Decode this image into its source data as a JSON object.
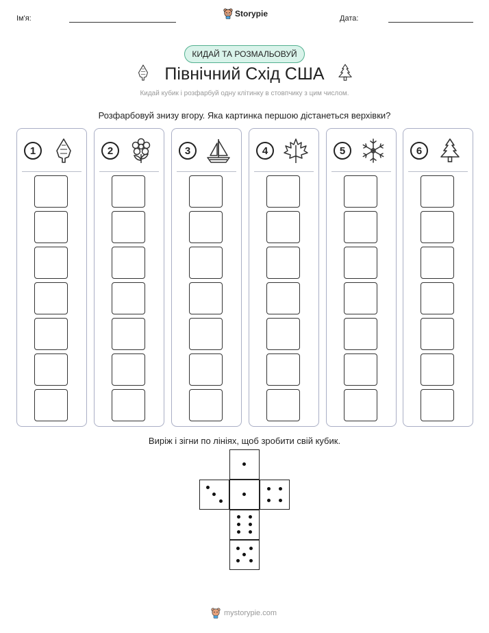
{
  "header": {
    "name_label": "Ім'я:",
    "date_label": "Дата:",
    "brand": "Storypie"
  },
  "badge": "КИДАЙ ТА РОЗМАЛЬОВУЙ",
  "title": "Північний Схід США",
  "subtitle": "Кидай кубик і розфарбуй одну клітинку в стовпчику з цим числом.",
  "instruction": "Розфарбовуй знизу вгору. Яка картинка першою дістанеться верхівки?",
  "columns": [
    {
      "number": "1",
      "icon": "arrowhead-icon"
    },
    {
      "number": "2",
      "icon": "flower-icon"
    },
    {
      "number": "3",
      "icon": "sailboat-icon"
    },
    {
      "number": "4",
      "icon": "maple-leaf-icon"
    },
    {
      "number": "5",
      "icon": "snowflake-icon"
    },
    {
      "number": "6",
      "icon": "pine-tree-icon"
    }
  ],
  "cells_per_column": 7,
  "cut_instruction": "Виріж і зігни по лініях, щоб зробити свій кубик.",
  "die_faces": [
    1,
    3,
    1,
    4,
    6,
    5
  ],
  "footer": "mystorypie.com"
}
